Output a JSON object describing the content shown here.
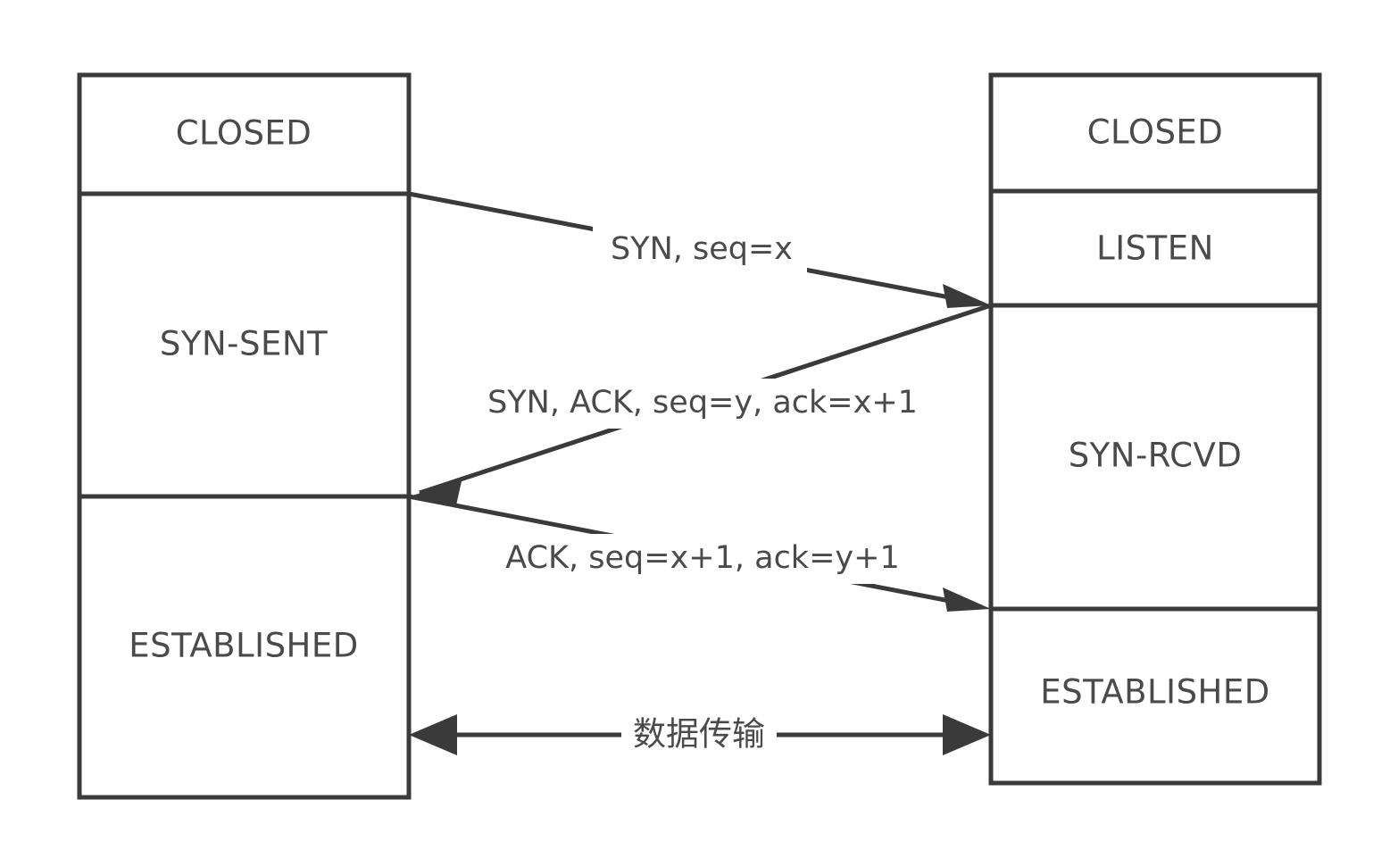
{
  "diagram": {
    "title": "TCP Three-Way Handshake State Diagram",
    "stroke_color": "#3a3a3a",
    "text_color": "#4a4a4a",
    "background_color": "#ffffff"
  },
  "client": {
    "name": "client-column",
    "states": [
      {
        "label": "CLOSED"
      },
      {
        "label": "SYN-SENT"
      },
      {
        "label": "ESTABLISHED"
      }
    ]
  },
  "server": {
    "name": "server-column",
    "states": [
      {
        "label": "CLOSED"
      },
      {
        "label": "LISTEN"
      },
      {
        "label": "SYN-RCVD"
      },
      {
        "label": "ESTABLISHED"
      }
    ]
  },
  "messages": [
    {
      "id": "syn",
      "label": "SYN, seq=x",
      "direction": "client-to-server"
    },
    {
      "id": "syn-ack",
      "label": "SYN, ACK, seq=y, ack=x+1",
      "direction": "server-to-client"
    },
    {
      "id": "ack",
      "label": "ACK, seq=x+1, ack=y+1",
      "direction": "client-to-server"
    },
    {
      "id": "data-transfer",
      "label": "数据传输",
      "direction": "bidirectional"
    }
  ]
}
